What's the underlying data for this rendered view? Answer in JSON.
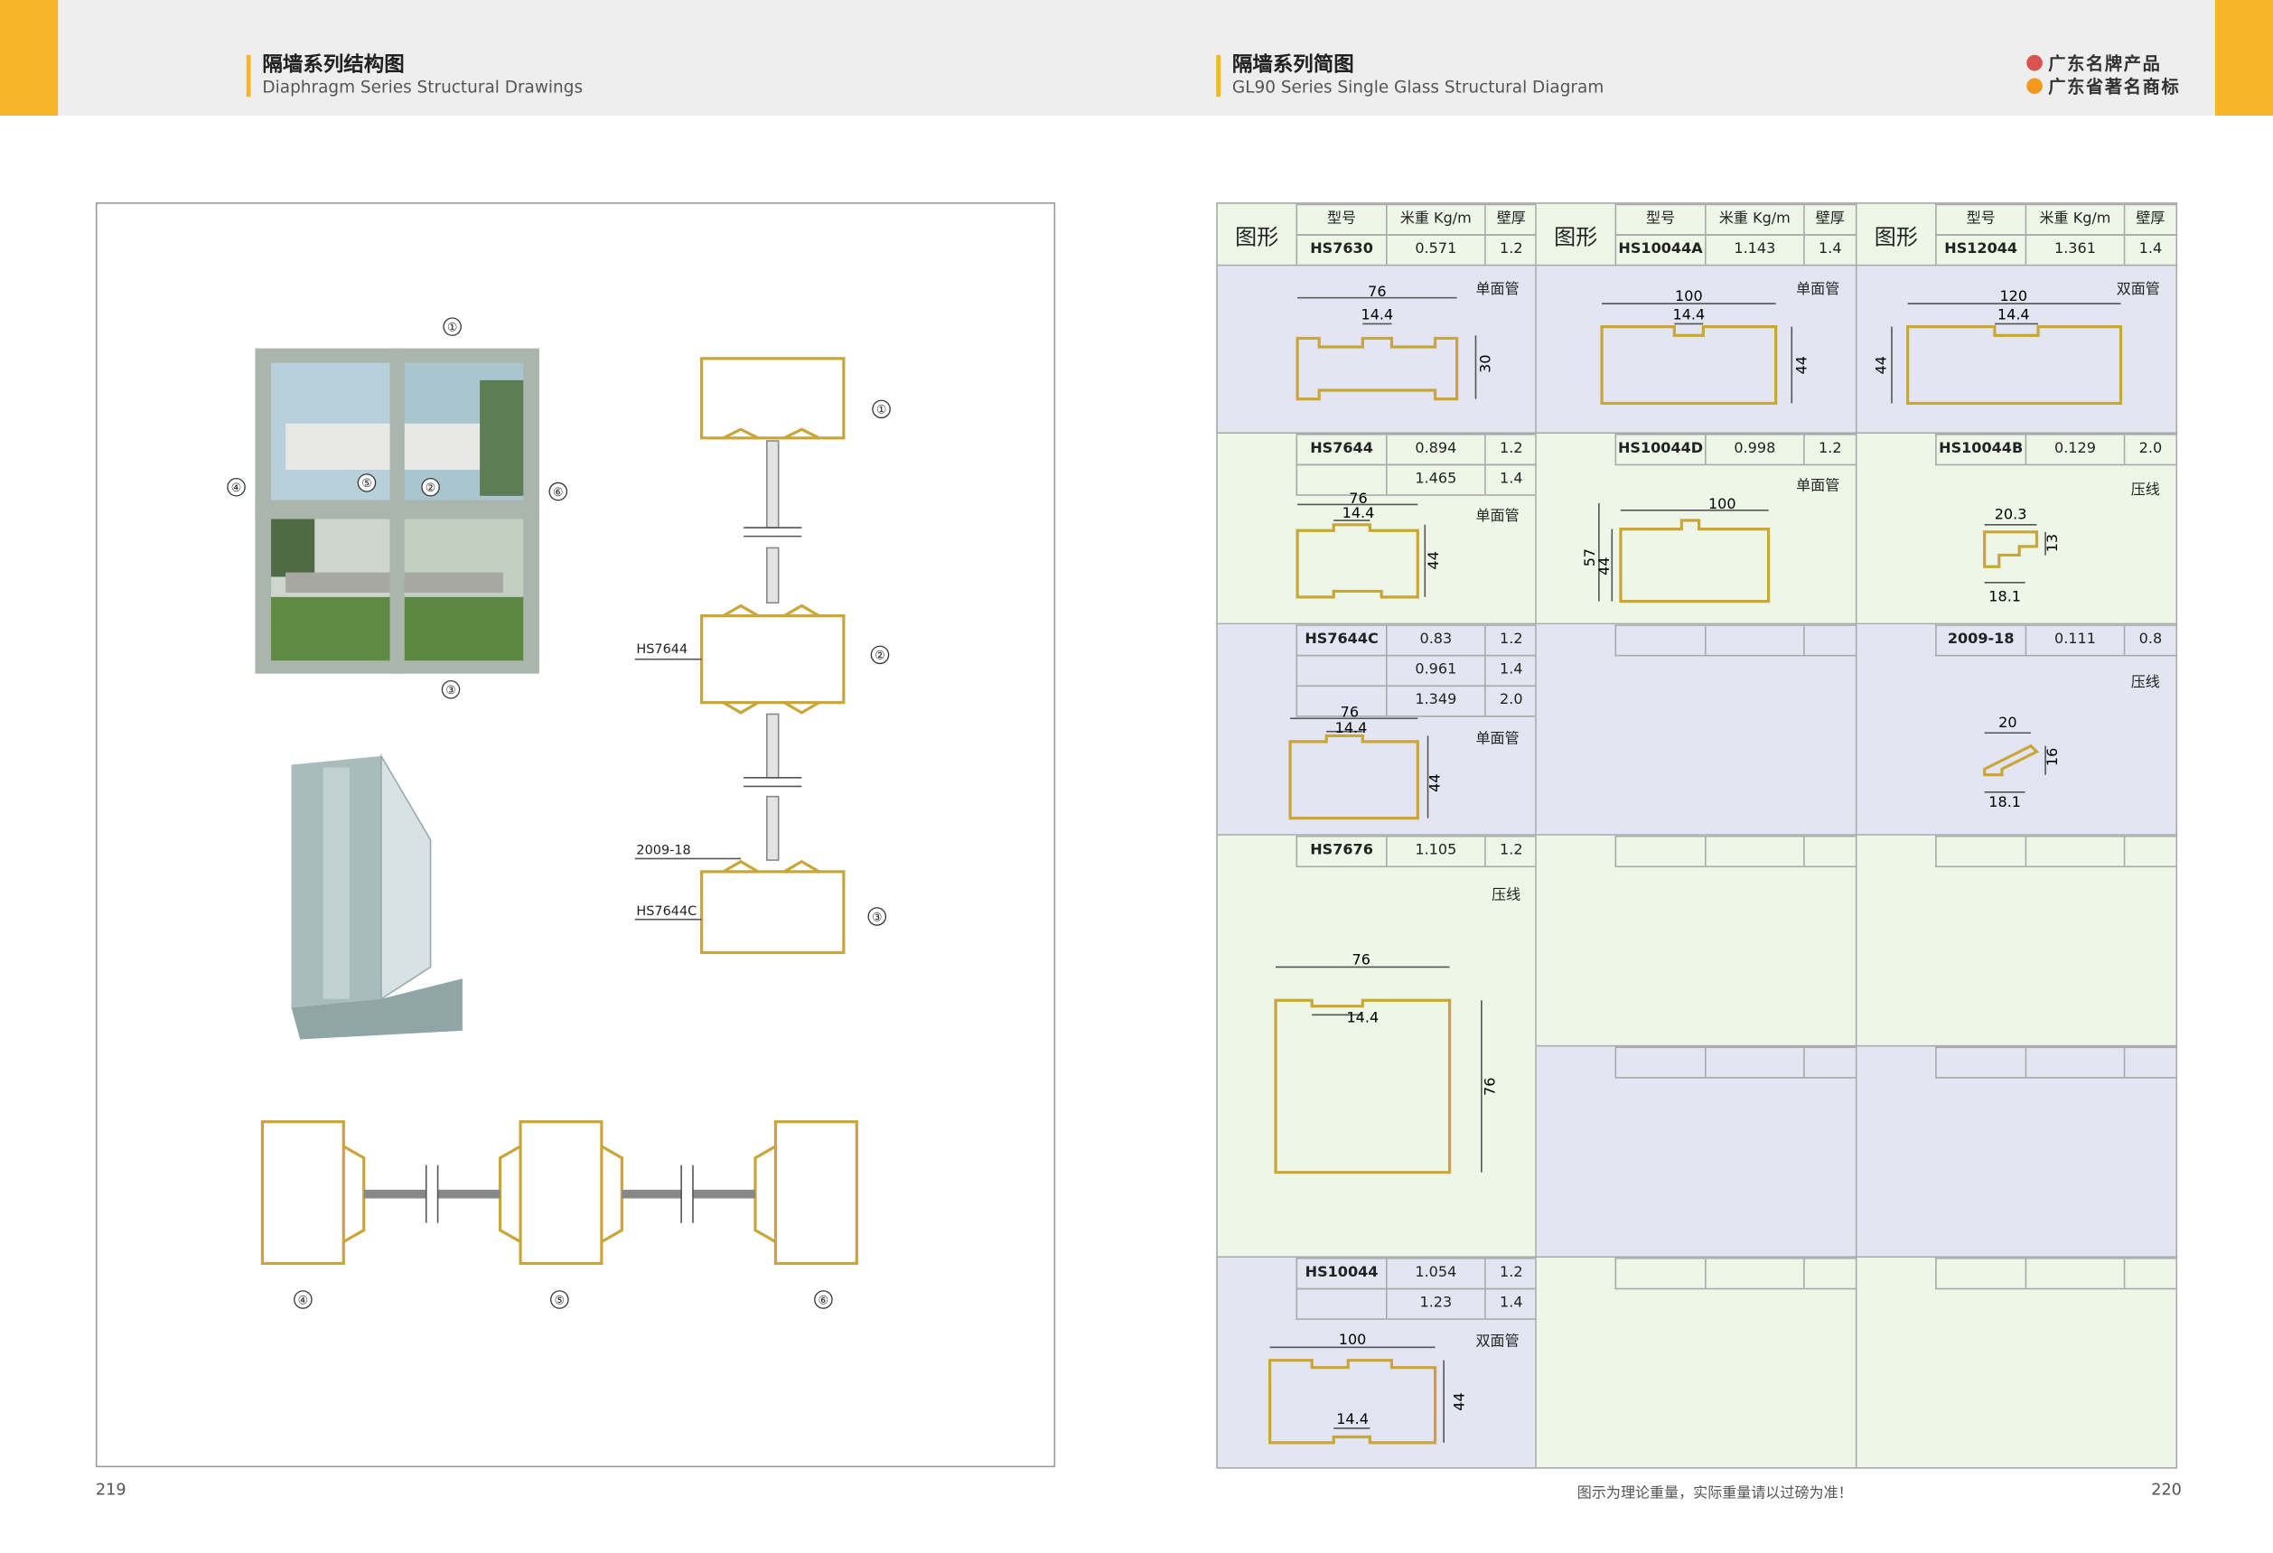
{
  "left_header": {
    "title": "隔墙系列结构图",
    "subtitle": "Diaphragm Series Structural Drawings"
  },
  "right_header": {
    "title": "隔墙系列简图",
    "subtitle": "GL90 Series Single Glass Structural Diagram"
  },
  "brand": {
    "line1": "广东名牌产品",
    "line2": "广东省著名商标"
  },
  "left_page": {
    "callouts": [
      "①",
      "②",
      "③",
      "④",
      "⑤",
      "⑥"
    ],
    "section_labels": [
      "HS7644",
      "2009-18",
      "HS7644C"
    ]
  },
  "table": {
    "col_figure": "图形",
    "col_model": "型号",
    "col_weight": "米重 Kg/m",
    "col_thickness": "壁厚",
    "profiles": [
      {
        "model": "HS7630",
        "rows": [
          [
            "0.571",
            "1.2"
          ]
        ],
        "type": "单面管",
        "dims": [
          "76",
          "14.4",
          "30"
        ]
      },
      {
        "model": "HS10044A",
        "rows": [
          [
            "1.143",
            "1.4"
          ]
        ],
        "type": "单面管",
        "dims": [
          "100",
          "14.4",
          "44"
        ]
      },
      {
        "model": "HS12044",
        "rows": [
          [
            "1.361",
            "1.4"
          ]
        ],
        "type": "双面管",
        "dims": [
          "120",
          "14.4",
          "44"
        ]
      },
      {
        "model": "HS7644",
        "rows": [
          [
            "0.894",
            "1.2"
          ],
          [
            "1.465",
            "1.4"
          ]
        ],
        "type": "单面管",
        "dims": [
          "76",
          "14.4",
          "44"
        ]
      },
      {
        "model": "HS10044D",
        "rows": [
          [
            "0.998",
            "1.2"
          ]
        ],
        "type": "单面管",
        "dims": [
          "100",
          "57",
          "44"
        ]
      },
      {
        "model": "HS10044B",
        "rows": [
          [
            "0.129",
            "2.0"
          ]
        ],
        "type": "压线",
        "dims": [
          "20.3",
          "13",
          "18.1"
        ]
      },
      {
        "model": "HS7644C",
        "rows": [
          [
            "0.83",
            "1.2"
          ],
          [
            "0.961",
            "1.4"
          ],
          [
            "1.349",
            "2.0"
          ]
        ],
        "type": "单面管",
        "dims": [
          "76",
          "14.4",
          "44"
        ]
      },
      {
        "model": "2009-18",
        "rows": [
          [
            "0.111",
            "0.8"
          ]
        ],
        "type": "压线",
        "dims": [
          "20",
          "16",
          "18.1"
        ]
      },
      {
        "model": "HS7676",
        "rows": [
          [
            "1.105",
            "1.2"
          ]
        ],
        "type": "压线",
        "dims": [
          "76",
          "14.4",
          "76"
        ]
      },
      {
        "model": "HS10044",
        "rows": [
          [
            "1.054",
            "1.2"
          ],
          [
            "1.23",
            "1.4"
          ]
        ],
        "type": "双面管",
        "dims": [
          "100",
          "14.4",
          "44"
        ]
      }
    ]
  },
  "footer": {
    "left_page": "219",
    "right_page": "220",
    "note": "图示为理论重量，实际重量请以过磅为准！"
  }
}
